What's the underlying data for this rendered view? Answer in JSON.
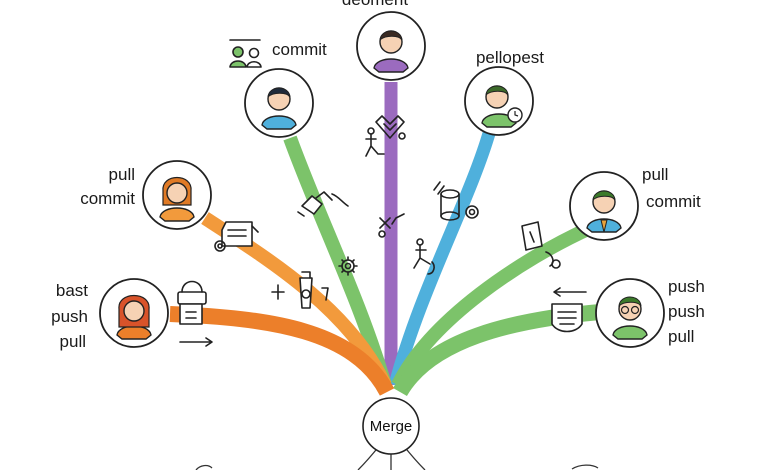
{
  "nodes": [
    {
      "id": "top",
      "lines": [
        "deoment"
      ]
    },
    {
      "id": "left-upper",
      "lines": [
        "commit"
      ]
    },
    {
      "id": "right-upper",
      "lines": [
        "pellopest"
      ]
    },
    {
      "id": "left-mid",
      "lines": [
        "pull",
        "commit"
      ]
    },
    {
      "id": "right-mid",
      "lines": [
        "pull",
        "commit"
      ]
    },
    {
      "id": "left-low",
      "lines": [
        "bast",
        "push",
        "pull"
      ]
    },
    {
      "id": "right-low",
      "lines": [
        "push",
        "push",
        "pull"
      ]
    }
  ],
  "merge": {
    "label": "Merge"
  },
  "colors": {
    "purple": "#9b6bbf",
    "green": "#7cc36a",
    "blue": "#4fb0dc",
    "orange": "#f29a3c",
    "orange_dark": "#ec7f2a",
    "outline": "#222222"
  },
  "icons": [
    "user-group-icon",
    "shield-icon",
    "person-figure-icon",
    "gear-icon",
    "document-icon",
    "bucket-icon",
    "lock-icon",
    "arrow-right-icon",
    "arrow-left-icon",
    "clock-icon",
    "puzzle-icon",
    "plus-icon"
  ]
}
